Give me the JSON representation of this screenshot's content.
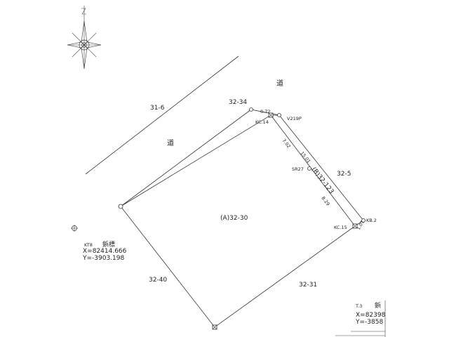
{
  "road_labels": [
    "道",
    "道"
  ],
  "parcels": {
    "p31_6": "31-6",
    "p32_34": "32-34",
    "p32_5": "32-5",
    "p32_40": "32-40",
    "p32_31": "32-31",
    "main": "(A)32-30",
    "strip": "(B)32-123"
  },
  "points": {
    "kc14": "KC.14",
    "v219p": "V219P",
    "sr27": "SR27",
    "kc15": "KC.15",
    "kb2": "KB.2"
  },
  "dims": {
    "d1": "0.72",
    "d2": "7.02",
    "d3": "15.01",
    "d4": "8.29",
    "d5": "1.01"
  },
  "benchmarks": {
    "kt8_name": "KT8",
    "kt8_type": "鋲標",
    "kt8_x": "X=82414.666",
    "kt8_y": "Y=-3903.198",
    "t3_name": "T.3",
    "t3_type": "鋲",
    "t3_x": "X=82398",
    "t3_y": "Y=-3858"
  },
  "icons": [
    "compass-rose-icon",
    "crosshair-icon"
  ]
}
